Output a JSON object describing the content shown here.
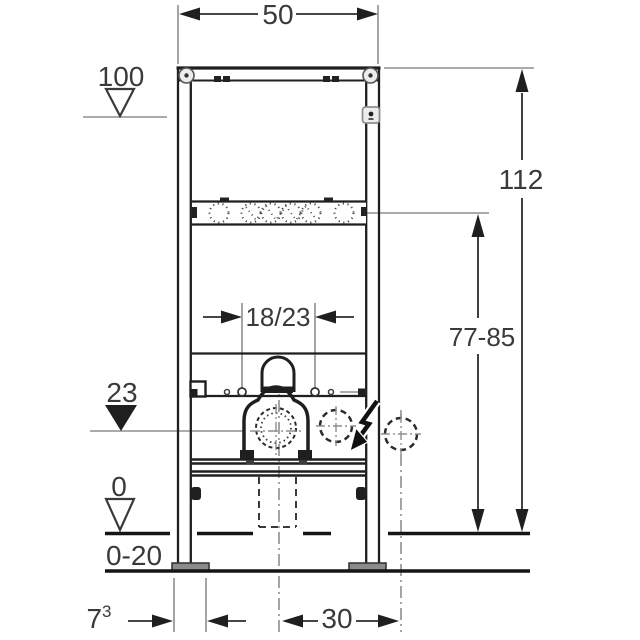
{
  "drawing": {
    "kind": "installation frame technical drawing",
    "labels": {
      "frame_width": "50",
      "meter_datum": "100",
      "total_height": "112",
      "range_height": "77-85",
      "fixing_spacing": "18/23",
      "outlet_datum": "23",
      "zero_datum": "0",
      "floor_finish_range": "0-20",
      "foot_dim_value": "7",
      "foot_dim_footnote": "3",
      "lateral_offset": "30"
    },
    "colors": {
      "line_dark": "#1f1f1f",
      "line_aux_gray": "#8f8f8f",
      "text_gray": "#3a3a3a",
      "plate_gray": "#8a8a8a"
    }
  }
}
